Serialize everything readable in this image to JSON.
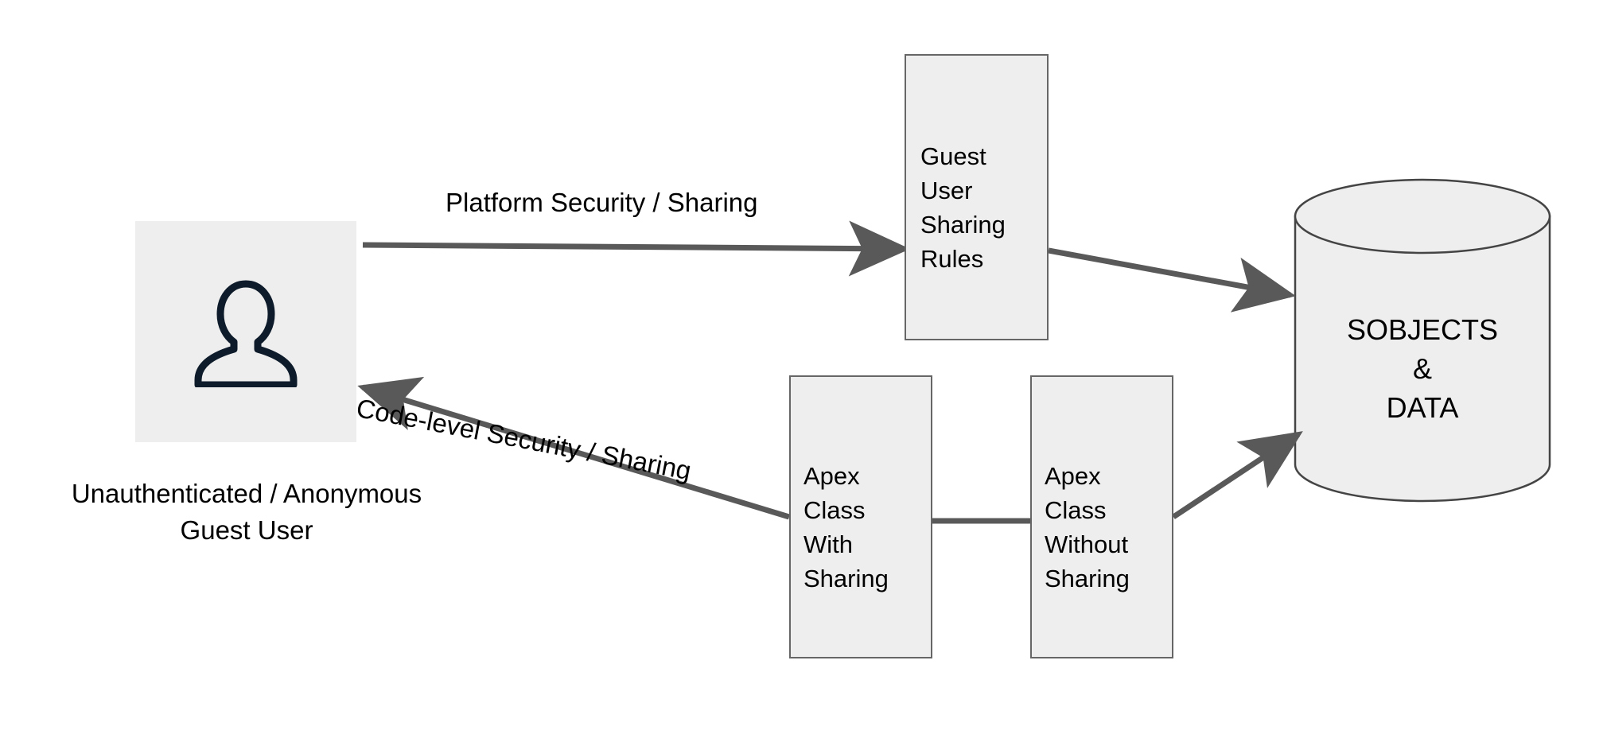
{
  "diagram": {
    "title": "Guest User Security and Sharing Model",
    "background_color": "#ffffff",
    "node_fill": "#eeeeee",
    "node_stroke": "#666666",
    "edge_color": "#595959",
    "icon_color": "#0d1b2a",
    "text_color": "#000000"
  },
  "nodes": {
    "user": {
      "icon": "person-icon",
      "caption": "Unauthenticated / Anonymous\nGuest User"
    },
    "guest_rules": {
      "label": "Guest\nUser\nSharing\nRules"
    },
    "apex_with_sharing": {
      "label": "Apex\nClass\nWith\nSharing"
    },
    "apex_without_sharing": {
      "label": "Apex\nClass\nWithout\nSharing"
    },
    "database": {
      "label": "SOBJECTS\n&\nDATA",
      "shape": "cylinder"
    }
  },
  "edges": {
    "platform_security": {
      "label": "Platform Security / Sharing",
      "from": "guest_rules",
      "to": "user",
      "arrow": "left"
    },
    "code_level_security": {
      "label": "Code-level Security / Sharing",
      "from": "apex_with_sharing",
      "to": "user",
      "arrow": "upper-left"
    },
    "rules_to_db": {
      "label": "",
      "from": "guest_rules",
      "to": "database",
      "arrow": "right"
    },
    "apex_chain": {
      "label": "",
      "from": "apex_with_sharing",
      "to": "apex_without_sharing",
      "arrow": "none"
    },
    "apex_to_db": {
      "label": "",
      "from": "apex_without_sharing",
      "to": "database",
      "arrow": "upper-right"
    }
  }
}
